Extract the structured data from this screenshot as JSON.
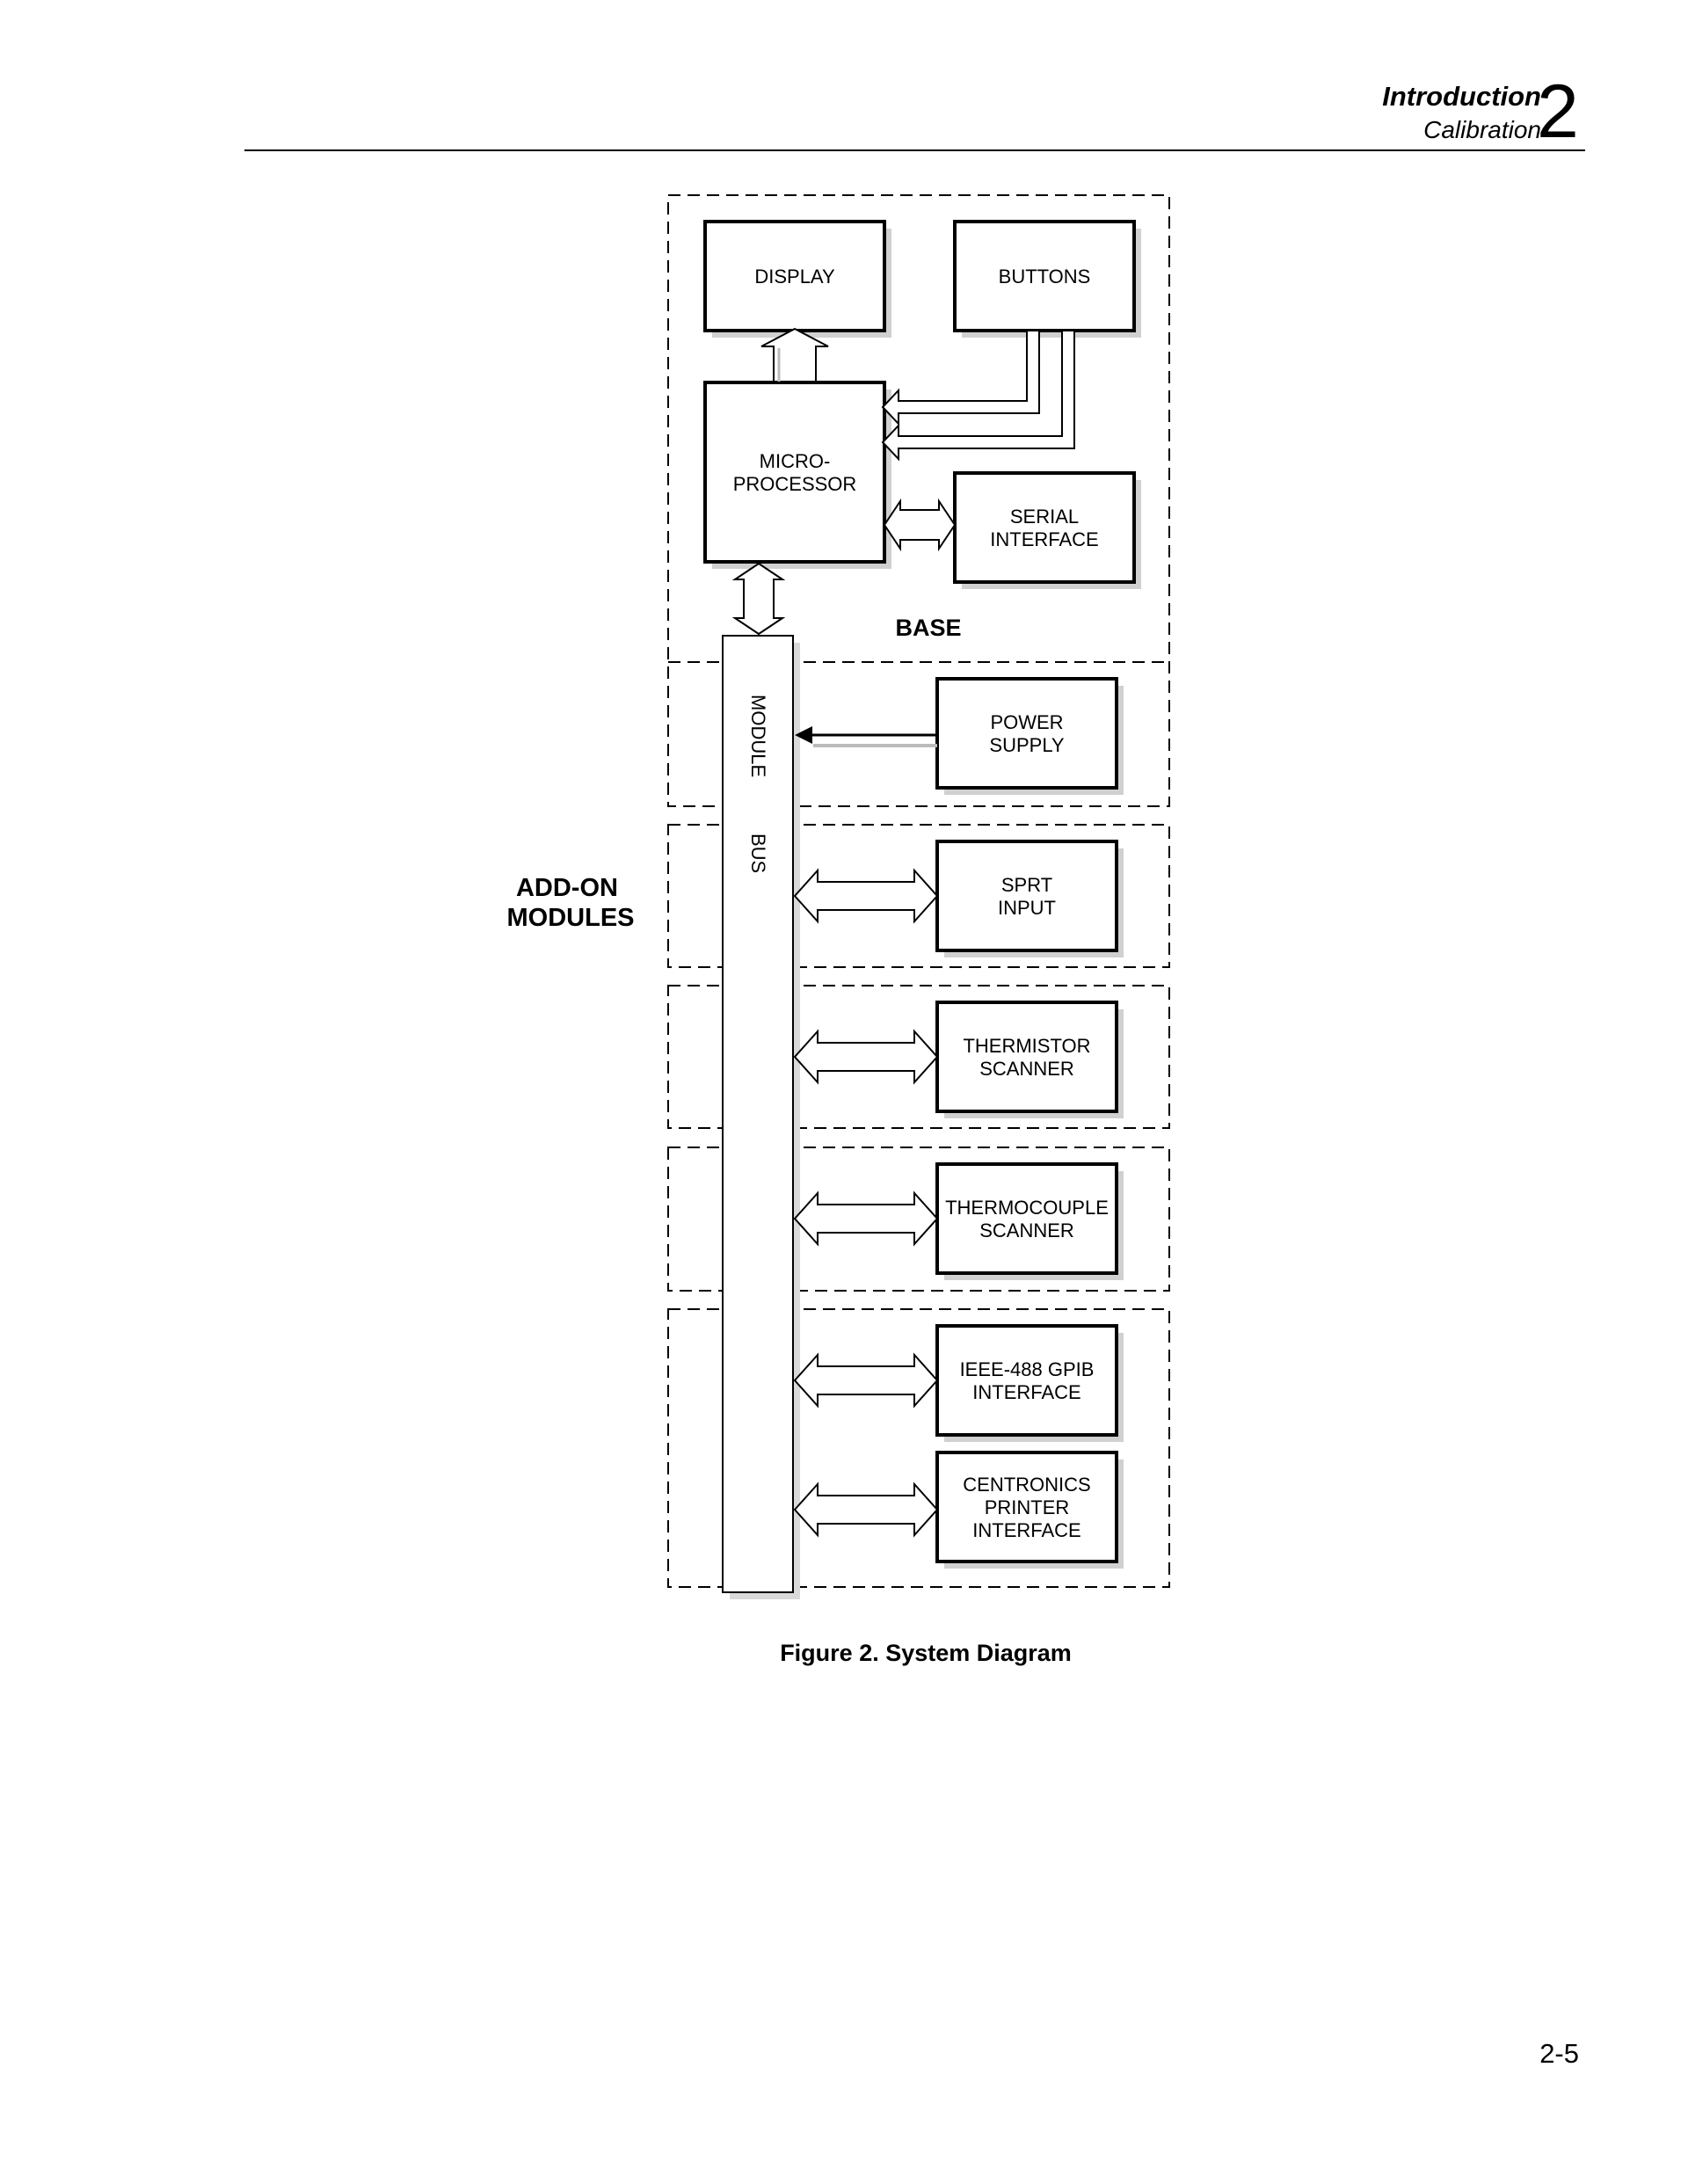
{
  "header": {
    "section": "Introduction",
    "subsection": "Calibration",
    "chapter": "2"
  },
  "diagram": {
    "group_base": "BASE",
    "group_addon": "ADD-ON\nMODULES",
    "bus_word_1": "MODULE",
    "bus_word_2": "BUS",
    "boxes": {
      "display": "DISPLAY",
      "buttons": "BUTTONS",
      "microprocessor": "MICRO-\nPROCESSOR",
      "serial_interface": "SERIAL\nINTERFACE",
      "power_supply": "POWER\nSUPPLY",
      "sprt_input": "SPRT\nINPUT",
      "thermistor_scanner": "THERMISTOR\nSCANNER",
      "thermocouple_scanner": "THERMOCOUPLE\nSCANNER",
      "gpib_interface": "IEEE-488 GPIB\nINTERFACE",
      "centronics_interface": "CENTRONICS\nPRINTER\nINTERFACE"
    }
  },
  "caption": "Figure 2. System Diagram",
  "page_number": "2-5"
}
